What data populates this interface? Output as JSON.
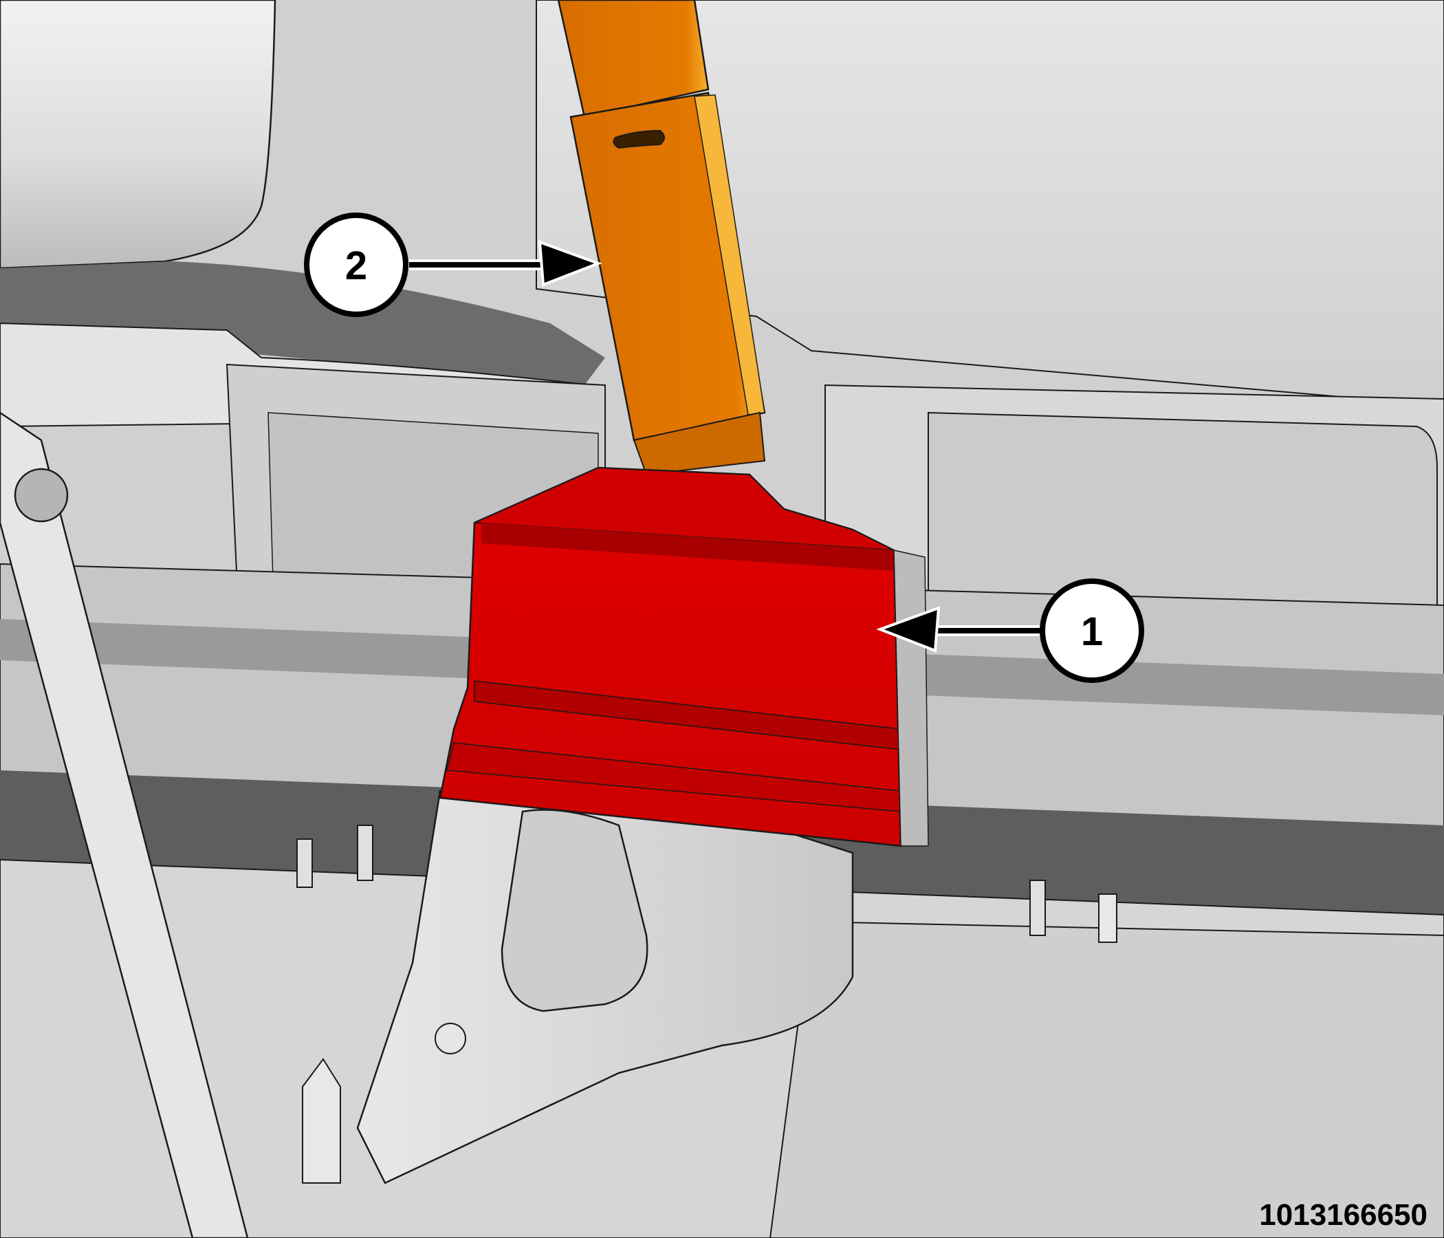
{
  "figure_id": "1013166650",
  "callouts": [
    {
      "number": "1"
    },
    {
      "number": "2"
    }
  ],
  "colors": {
    "highlight_part": "#e20000",
    "secondary_part": "#e57a00",
    "background_panels": "#d4d4d4",
    "outline": "#1a1a1a"
  }
}
